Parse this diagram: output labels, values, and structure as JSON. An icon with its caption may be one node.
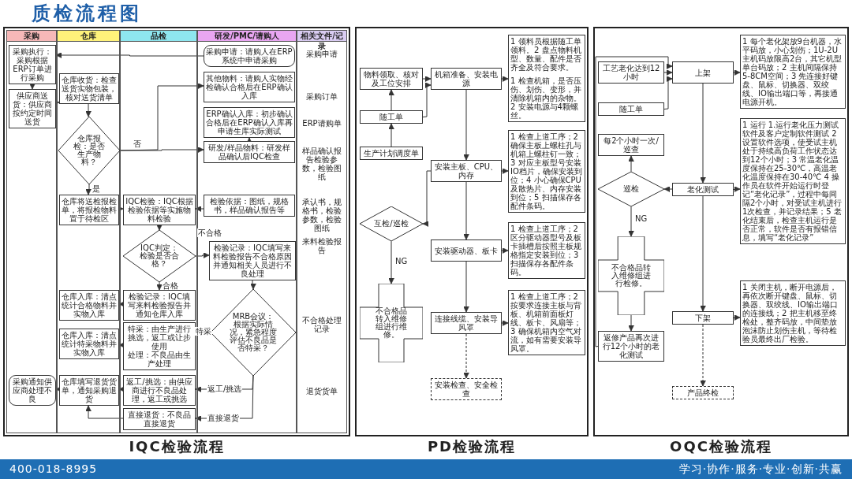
{
  "diagram": {
    "title": "质检流程图",
    "nodes": [
      {
        "text": [
          "IQC检验流程"
        ]
      },
      {
        "text": [
          "采购"
        ],
        "in": 0
      },
      {
        "text": [
          "仓库"
        ],
        "in": 0
      },
      {
        "text": [
          "品检"
        ],
        "in": 0
      },
      {
        "text": [
          "研发/PMC/请购人"
        ],
        "in": 0
      },
      {
        "text": [
          "相关文件/记录",
          "采购申请",
          "采购订单",
          "ERP请购单",
          "样品确认报告检验参数，检验图纸",
          "承认书，规格书，检验参数，检验图纸",
          "来料检验报告",
          "不合格处理记录",
          "退货货单"
        ],
        "in": 0
      },
      {
        "text": [
          "采购执行：采购根据ERP订单进行采购"
        ],
        "in": 1
      },
      {
        "text": [
          "供应商送货：供应商按约定时间送货"
        ],
        "in": 1
      },
      {
        "text": [
          "采购通知供应商处理不良"
        ],
        "in": 1
      },
      {
        "text": [
          "仓库收货：检查送货实物包装，核对送货清单"
        ],
        "in": 2
      },
      {
        "text": [
          "仓库报检：是否生产物料？"
        ],
        "in": 2
      },
      {
        "text": [
          "仓库将送检报检单，将报检物料置于待检区"
        ],
        "in": 2
      },
      {
        "text": [
          "仓库入库：清点统计合格物料并实物入库"
        ],
        "in": 2
      },
      {
        "text": [
          "仓库入库：清点统计特采物料并实物入库"
        ],
        "in": 2
      },
      {
        "text": [
          "仓库填写退货货单，通知采购退货"
        ],
        "in": 2
      },
      {
        "text": [
          "IQC检验：IQC根据检验依据等实施物料检验"
        ],
        "in": 3
      },
      {
        "text": [
          "IQC判定：检验是否合格？"
        ],
        "in": 3
      },
      {
        "text": [
          "检验记录：IQC填写来料检验报告并通知仓库入库"
        ],
        "in": 3
      },
      {
        "text": [
          "特采：由生产进行挑选，返工或让步使用",
          "处理：不良品由生产处理"
        ],
        "in": 3
      },
      {
        "text": [
          "返工/挑选：由供应商进行不良品处理，返工或挑选"
        ],
        "in": 3
      },
      {
        "text": [
          "直接退货：不良品直接退货"
        ],
        "in": 3
      },
      {
        "text": [
          "采购申请：请购人在ERP系统中申请采购"
        ],
        "in": 4
      },
      {
        "text": [
          "其他物料：请购人实物经检确认合格后在ERP确认入库"
        ],
        "in": 4
      },
      {
        "text": [
          "ERP确认入库：初步确认合格后在ERP确认入库再申请生库实际测试"
        ],
        "in": 4
      },
      {
        "text": [
          "研发/样品物料：研发样品确认后IQC检查"
        ],
        "in": 4
      },
      {
        "text": [
          "检验依据：图纸，规格书，样品确认报告等"
        ],
        "in": 4
      },
      {
        "text": [
          "检验记录：IQC填写来料检验报告不合格原因并通知相关人员进行不良处理"
        ],
        "in": 4
      },
      {
        "text": [
          "MRB会议：根据实际情况，紧急程度评估不良品是否特采？"
        ],
        "in": 4
      },
      {
        "text": [
          "PD检验流程"
        ]
      },
      {
        "text": [
          "物料领取、核对及工位安排"
        ],
        "in": 28
      },
      {
        "text": [
          "随工单"
        ],
        "in": 28
      },
      {
        "text": [
          "生产计划调度单"
        ],
        "in": 28
      },
      {
        "text": [
          "机箱准备、安装电源"
        ],
        "in": 28
      },
      {
        "text": [
          "安装主板、CPU、内存"
        ],
        "in": 28
      },
      {
        "text": [
          "安装驱动器、板卡"
        ],
        "in": 28
      },
      {
        "text": [
          "连接线缆、安装导风罩"
        ],
        "in": 28
      },
      {
        "text": [
          "安装检查、安全检查"
        ],
        "in": 28
      },
      {
        "text": [
          "互检/巡检"
        ],
        "in": 28
      },
      {
        "text": [
          "不合格品转入维修组进行维修。"
        ],
        "in": 28
      },
      {
        "text": [
          "1 领料员根据随工单领料。2 盘点物料机型、数量、配件是否齐全及符合要求。",
          "1 检查机箱，是否压伤、划伤、变形，并清除机箱内的杂物。2 安装电源与4颗螺丝。"
        ],
        "in": 28
      },
      {
        "text": [
          "1 检查上道工序；2 确保主板上螺柱孔与机箱上螺柱钉一致；3 对应主板型号安装IO档片，确保安装到位；4 小心确保CPU及散热片、内存安装到位；5 扫描保存各配件条码。"
        ],
        "in": 28
      },
      {
        "text": [
          "1 检查上道工序；2 区分驱动器型号及板卡插槽后按照主板规格指定安装到位；3 扫描保存各配件条码。"
        ],
        "in": 28
      },
      {
        "text": [
          "1 检查上道工序；2 按要求连接主板与背板、机箱前面板灯线、板卡、风扇等；3 确保机箱内空气对流，如有需要安装导风罩。"
        ],
        "in": 28
      },
      {
        "text": [
          "OQC检验流程"
        ]
      },
      {
        "text": [
          "工艺老化达到12小时"
        ],
        "in": 43
      },
      {
        "text": [
          "随工单"
        ],
        "in": 43
      },
      {
        "text": [
          "上架"
        ],
        "in": 43
      },
      {
        "text": [
          "老化测试"
        ],
        "in": 43
      },
      {
        "text": [
          "下架"
        ],
        "in": 43
      },
      {
        "text": [
          "产品终检"
        ],
        "in": 43
      },
      {
        "text": [
          "巡检"
        ],
        "in": 43
      },
      {
        "text": [
          "每2个小时一次/巡查"
        ],
        "in": 43
      },
      {
        "text": [
          "不合格品转入维修组进行检修。"
        ],
        "in": 43
      },
      {
        "text": [
          "返修产品再次进行12个小时的老化测试"
        ],
        "in": 43
      },
      {
        "text": [
          "1 每个老化架放9台机器，水平码放，小心划伤；1U-2U主机码放限高2台，其它机型单台码放；2 主机间隔保持5-8CM空间；3 先连接好键盘、鼠标、切换器、双绞线、IO输出端口等，再接通电源开机。"
        ],
        "in": 43
      },
      {
        "text": [
          "1 运行 1.运行老化压力测试软件及客户定制软件测试 2 设置软件选项，使受试主机处于持续高负荷工作状态达到12个小时；3 常温老化温度保持在25-30℃，高温老化温度保持在30-40℃ 4 操作员在软件开始运行时登记“老化记录”，过程中每间隔2个小时，对受试主机进行1次检查，并记录结果；5 老化结束后，检查主机运行是否正常，软件是否有报错信息，填写“老化记录”"
        ],
        "in": 43
      },
      {
        "text": [
          "1 关闭主机，断开电源后，再依次断开键盘、鼠标、切换器、双绞线、IO输出端口的连接线；2 把主机移至终检处，整齐码放，中间垫放泡沫防止划伤主机，等待检验员最终出厂检验。"
        ],
        "in": 43
      }
    ],
    "edges": [
      {
        "from": 21,
        "to": 6,
        "arrow": "to"
      },
      {
        "from": 6,
        "to": 7,
        "arrow": "to"
      },
      {
        "from": 7,
        "to": 9,
        "arrow": "to"
      },
      {
        "from": 9,
        "to": 10,
        "arrow": "to"
      },
      {
        "from": 10,
        "to": 11,
        "arrow": "to",
        "label": "是"
      },
      {
        "from": 10,
        "to": 24,
        "arrow": "to",
        "label": "否"
      },
      {
        "from": 10,
        "to": 22,
        "arrow": "to"
      },
      {
        "from": 24,
        "to": 23,
        "arrow": "to"
      },
      {
        "from": 11,
        "to": 15,
        "arrow": "to"
      },
      {
        "from": 25,
        "to": 15,
        "arrow": "to"
      },
      {
        "from": 15,
        "to": 16,
        "arrow": "to"
      },
      {
        "from": 16,
        "to": 17,
        "arrow": "to",
        "label": "合格"
      },
      {
        "from": 16,
        "to": 26,
        "arrow": "to",
        "label": "不合格"
      },
      {
        "from": 17,
        "to": 12,
        "arrow": "to"
      },
      {
        "from": 26,
        "to": 27,
        "arrow": "to"
      },
      {
        "from": 27,
        "to": 18,
        "arrow": "to",
        "label": "特采"
      },
      {
        "from": 27,
        "to": 19,
        "arrow": "to",
        "label": "返工/挑选"
      },
      {
        "from": 27,
        "to": 20,
        "arrow": "to",
        "label": "直接退货"
      },
      {
        "from": 18,
        "to": 13,
        "arrow": "to"
      },
      {
        "from": 19,
        "to": 14,
        "arrow": "to"
      },
      {
        "from": 20,
        "to": 14,
        "arrow": "to"
      },
      {
        "from": 14,
        "to": 8,
        "arrow": "to"
      },
      {
        "from": 31,
        "to": 30,
        "arrow": "to"
      },
      {
        "from": 30,
        "to": 29,
        "arrow": "to"
      },
      {
        "from": 30,
        "to": 32,
        "arrow": "to"
      },
      {
        "from": 29,
        "to": 32,
        "arrow": "to"
      },
      {
        "from": 32,
        "to": 33,
        "arrow": "to"
      },
      {
        "from": 33,
        "to": 34,
        "arrow": "to"
      },
      {
        "from": 34,
        "to": 35,
        "arrow": "to"
      },
      {
        "from": 35,
        "to": 36,
        "arrow": "to",
        "style": "dashed"
      },
      {
        "from": 32,
        "to": 39,
        "arrow": "to"
      },
      {
        "from": 33,
        "to": 40,
        "arrow": "to"
      },
      {
        "from": 34,
        "to": 41,
        "arrow": "to"
      },
      {
        "from": 35,
        "to": 42,
        "arrow": "to"
      },
      {
        "from": 33,
        "to": 37,
        "arrow": "to"
      },
      {
        "from": 37,
        "to": 38,
        "arrow": "to",
        "label": "NG"
      },
      {
        "from": 44,
        "to": 46,
        "arrow": "to"
      },
      {
        "from": 45,
        "to": 46,
        "arrow": "to"
      },
      {
        "from": 46,
        "to": 47,
        "arrow": "to"
      },
      {
        "from": 47,
        "to": 48,
        "arrow": "to"
      },
      {
        "from": 48,
        "to": 49,
        "arrow": "to",
        "style": "dashed"
      },
      {
        "from": 46,
        "to": 54,
        "arrow": "to"
      },
      {
        "from": 47,
        "to": 55,
        "arrow": "to"
      },
      {
        "from": 48,
        "to": 56,
        "arrow": "to"
      },
      {
        "from": 47,
        "to": 50,
        "arrow": "to"
      },
      {
        "from": 50,
        "to": 51,
        "arrow": "to"
      },
      {
        "from": 50,
        "to": 52,
        "arrow": "to",
        "label": "NG"
      },
      {
        "from": 52,
        "to": 53,
        "arrow": "to"
      },
      {
        "from": 53,
        "to": 46,
        "arrow": "to"
      }
    ],
    "labels": [
      "400-018-8995",
      "学习·协作·服务·专业·创新·共赢"
    ]
  }
}
